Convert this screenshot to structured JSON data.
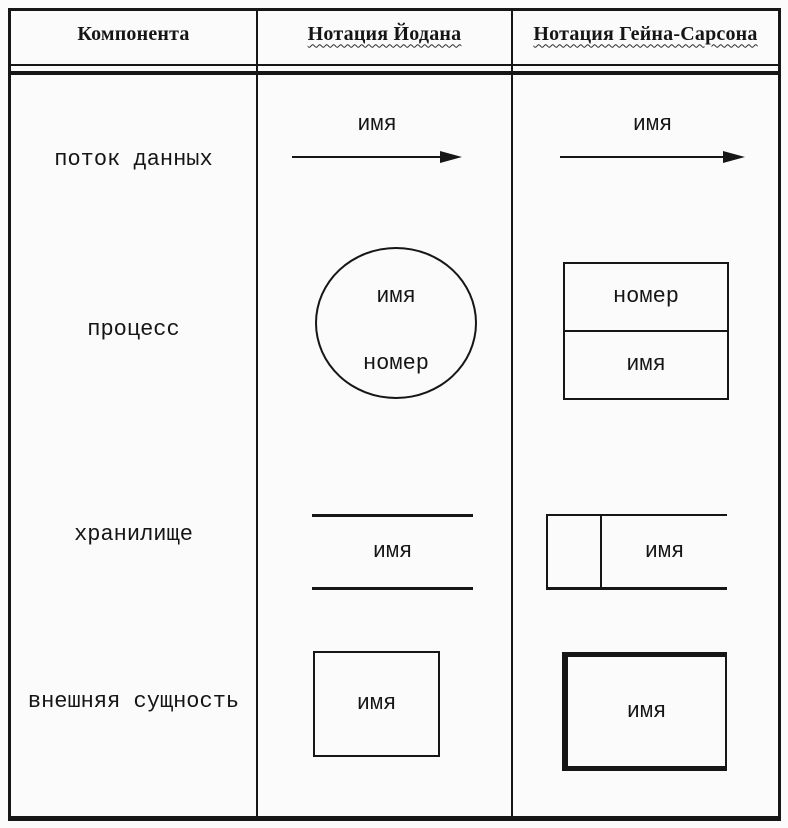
{
  "colors": {
    "line": "#161616",
    "background": "#fbfbfb"
  },
  "table": {
    "columns": [
      {
        "label": "Компонента"
      },
      {
        "label": "Нотация Йодана"
      },
      {
        "label": "Нотация Гейна-Сарсона"
      }
    ],
    "rows": [
      {
        "component": "поток данных",
        "yourdon": {
          "shape": "arrow",
          "name_label": "имя"
        },
        "gane_sarson": {
          "shape": "arrow",
          "name_label": "имя"
        }
      },
      {
        "component": "процесс",
        "yourdon": {
          "shape": "circle",
          "name_label": "имя",
          "number_label": "номер"
        },
        "gane_sarson": {
          "shape": "divided-rectangle",
          "number_label": "номер",
          "name_label": "имя"
        }
      },
      {
        "component": "хранилище",
        "yourdon": {
          "shape": "parallel-lines",
          "name_label": "имя"
        },
        "gane_sarson": {
          "shape": "open-ended-rectangle",
          "name_label": "имя"
        }
      },
      {
        "component": "внешняя сущность",
        "yourdon": {
          "shape": "rectangle",
          "name_label": "имя"
        },
        "gane_sarson": {
          "shape": "bold-rectangle",
          "name_label": "имя"
        }
      }
    ]
  }
}
